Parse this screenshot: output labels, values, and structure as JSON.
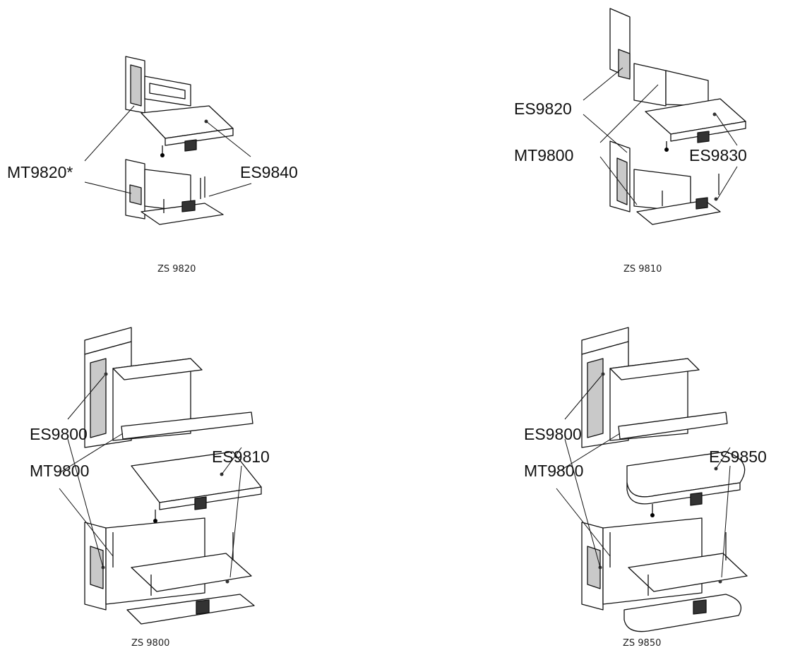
{
  "panels": [
    {
      "caption": "ZS 9820",
      "labels": [
        "MT9820*",
        "ES9840"
      ]
    },
    {
      "caption": "ZS 9810",
      "labels": [
        "ES9820",
        "MT9800",
        "ES9830"
      ]
    },
    {
      "caption": "ZS 9800",
      "labels": [
        "ES9800",
        "MT9800",
        "ES9810"
      ]
    },
    {
      "caption": "ZS 9850",
      "labels": [
        "ES9800",
        "MT9800",
        "ES9850"
      ]
    }
  ]
}
